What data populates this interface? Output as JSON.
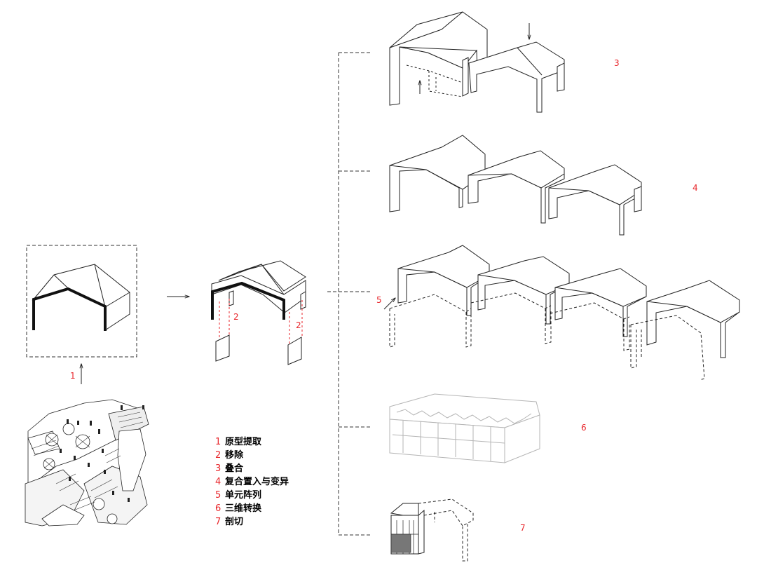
{
  "labels": {
    "step1": "1",
    "step2a": "2",
    "step2b": "2",
    "step3": "3",
    "step4": "4",
    "step5": "5",
    "step6": "6",
    "step7": "7"
  },
  "legend": [
    {
      "num": "1",
      "text": "原型提取"
    },
    {
      "num": "2",
      "text": "移除"
    },
    {
      "num": "3",
      "text": "叠合"
    },
    {
      "num": "4",
      "text": "复合置入与变异"
    },
    {
      "num": "5",
      "text": "单元阵列"
    },
    {
      "num": "6",
      "text": "三维转换"
    },
    {
      "num": "7",
      "text": "剖切"
    }
  ],
  "colors": {
    "accent": "#e8262b",
    "line": "#222222",
    "faint": "#b5b5b5"
  }
}
